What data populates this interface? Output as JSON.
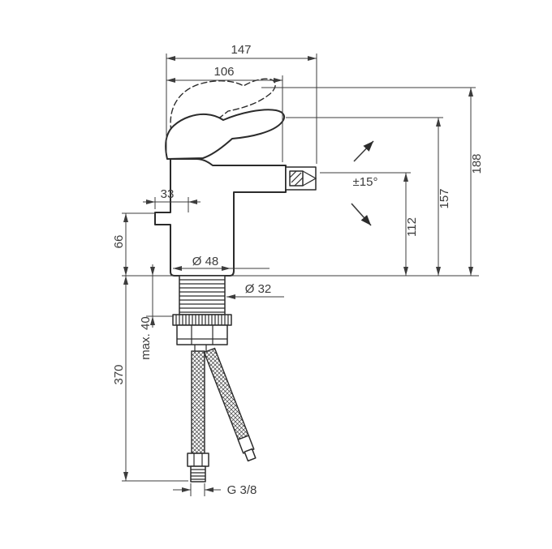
{
  "drawing": {
    "background": "#ffffff",
    "line_color": "#3c3c3c",
    "object_color": "#2b2b2b",
    "type": "technical-dimension-drawing",
    "subject": "single-lever bidet mixer faucet, side elevation with flexible supply hoses",
    "dims": {
      "total_width": "147",
      "spout_width": "106",
      "total_height": "188",
      "handle_height": "157",
      "spout_height": "112",
      "spout_swivel": "±15°",
      "handle_offset": "33",
      "base_height": "66",
      "base_diameter": "Ø 48",
      "shank_diameter": "Ø 32",
      "max_mount_thickness": "max. 40",
      "hose_length": "370",
      "connection_thread": "G 3/8"
    }
  }
}
